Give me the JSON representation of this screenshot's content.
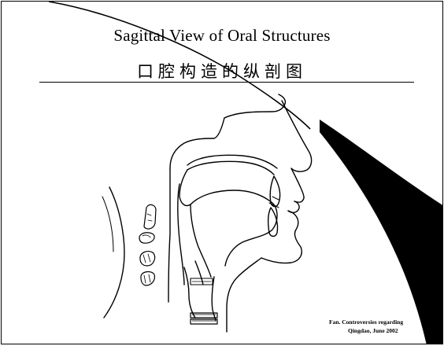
{
  "slide": {
    "title_en": "Sagittal View of Oral Structures",
    "title_zh": "口腔构造的纵剖图",
    "credit_line1": "Fan. Controversies regarding",
    "credit_line2": "Qingdao, June 2002"
  },
  "colors": {
    "ink": "#000000",
    "background": "#ffffff"
  }
}
